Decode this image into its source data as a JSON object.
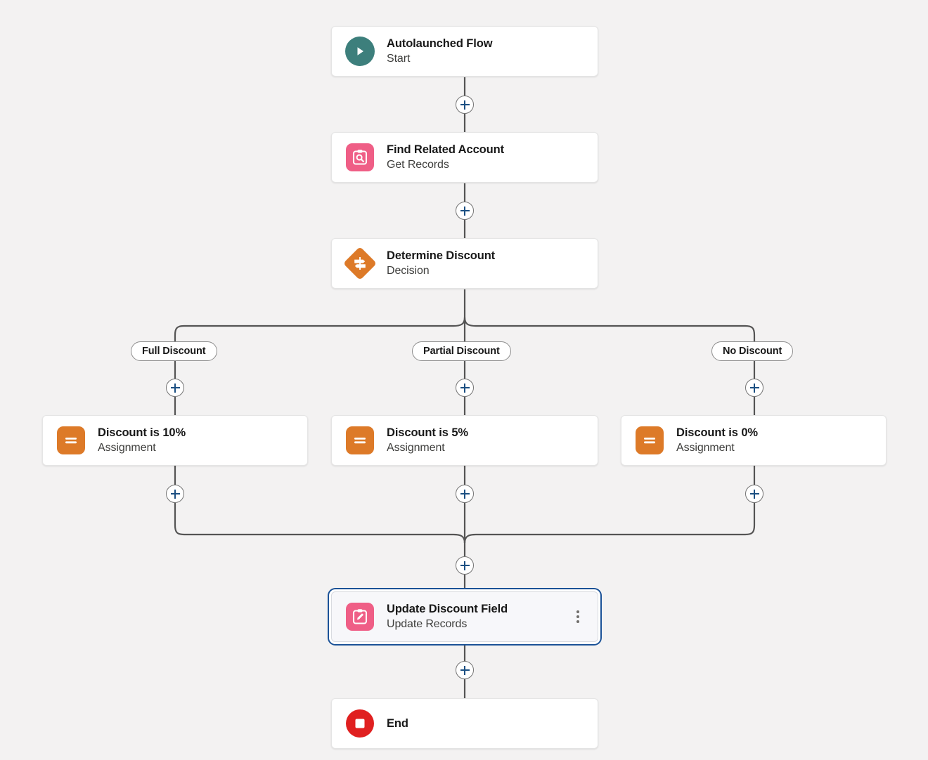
{
  "canvas": {
    "background_color": "#f3f2f2",
    "accent_color": "#1b5297",
    "connector_color": "#545454"
  },
  "nodes": {
    "start": {
      "title": "Autolaunched Flow",
      "subtitle": "Start",
      "icon": "play-icon",
      "icon_color": "#3d7f7c"
    },
    "get_records": {
      "title": "Find Related Account",
      "subtitle": "Get Records",
      "icon": "clipboard-search-icon",
      "icon_color": "#ef5e86"
    },
    "decision": {
      "title": "Determine Discount",
      "subtitle": "Decision",
      "icon": "signpost-icon",
      "icon_color": "#dd7a28"
    },
    "assignment_full": {
      "title": "Discount is 10%",
      "subtitle": "Assignment",
      "icon": "equals-icon",
      "icon_color": "#dd7a28"
    },
    "assignment_partial": {
      "title": "Discount is 5%",
      "subtitle": "Assignment",
      "icon": "equals-icon",
      "icon_color": "#dd7a28"
    },
    "assignment_none": {
      "title": "Discount is 0%",
      "subtitle": "Assignment",
      "icon": "equals-icon",
      "icon_color": "#dd7a28"
    },
    "update_records": {
      "title": "Update Discount Field",
      "subtitle": "Update Records",
      "icon": "clipboard-pencil-icon",
      "icon_color": "#ef5e86",
      "selected": true,
      "menu_label": "More options"
    },
    "end": {
      "title": "End",
      "icon": "stop-icon",
      "icon_color": "#e02020"
    }
  },
  "branches": [
    {
      "label": "Full Discount"
    },
    {
      "label": "Partial Discount"
    },
    {
      "label": "No Discount"
    }
  ],
  "add_buttons": [
    {
      "name": "add-element-start-to-get-records"
    },
    {
      "name": "add-element-get-records-to-decision"
    },
    {
      "name": "add-element-branch-full"
    },
    {
      "name": "add-element-branch-partial"
    },
    {
      "name": "add-element-branch-none"
    },
    {
      "name": "add-element-after-assignment-full"
    },
    {
      "name": "add-element-after-assignment-partial"
    },
    {
      "name": "add-element-after-assignment-none"
    },
    {
      "name": "add-element-before-update-records"
    },
    {
      "name": "add-element-before-end"
    }
  ]
}
